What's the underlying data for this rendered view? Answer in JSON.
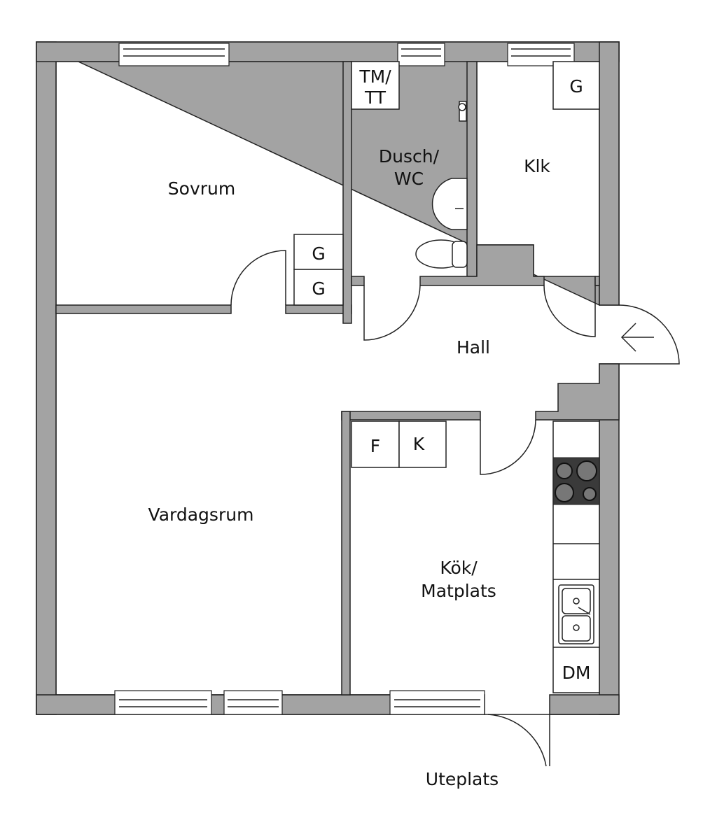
{
  "rooms": {
    "sovrum": "Sovrum",
    "vardagsrum": "Vardagsrum",
    "dusch_line1": "Dusch/",
    "dusch_line2": "WC",
    "klk": "Klk",
    "hall": "Hall",
    "kok_line1": "Kök/",
    "kok_line2": "Matplats",
    "uteplats": "Uteplats"
  },
  "fixtures": {
    "tm_line1": "TM/",
    "tm_line2": "TT",
    "wardrobe_klk": "G",
    "wardrobe_1": "G",
    "wardrobe_2": "G",
    "fridge": "F",
    "freezer": "K",
    "dishwasher": "DM"
  },
  "colors": {
    "wall": "#a3a3a3",
    "stove": "#3a3a3a"
  }
}
